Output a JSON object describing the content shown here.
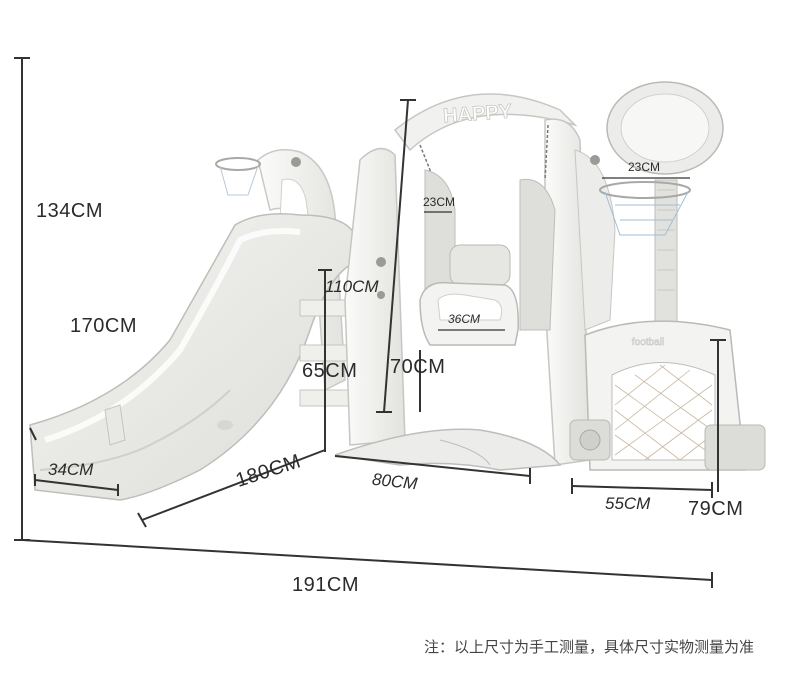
{
  "product": {
    "sign_text": "HAPPY",
    "goal_text": "football"
  },
  "dimensions": {
    "total_height": "134CM",
    "slide_length": "170CM",
    "slide_width": "34CM",
    "slide_base": "180CM",
    "platform_height": "65CM",
    "ladder_height": "110CM",
    "seat_height": "70CM",
    "seat_width": "36CM",
    "rope_gap": "23CM",
    "swing_base": "80CM",
    "hoop_diameter": "23CM",
    "goal_width": "55CM",
    "goal_height": "79CM",
    "total_length": "191CM"
  },
  "note": "注：以上尺寸为手工测量，具体尺寸实物测量为准"
}
